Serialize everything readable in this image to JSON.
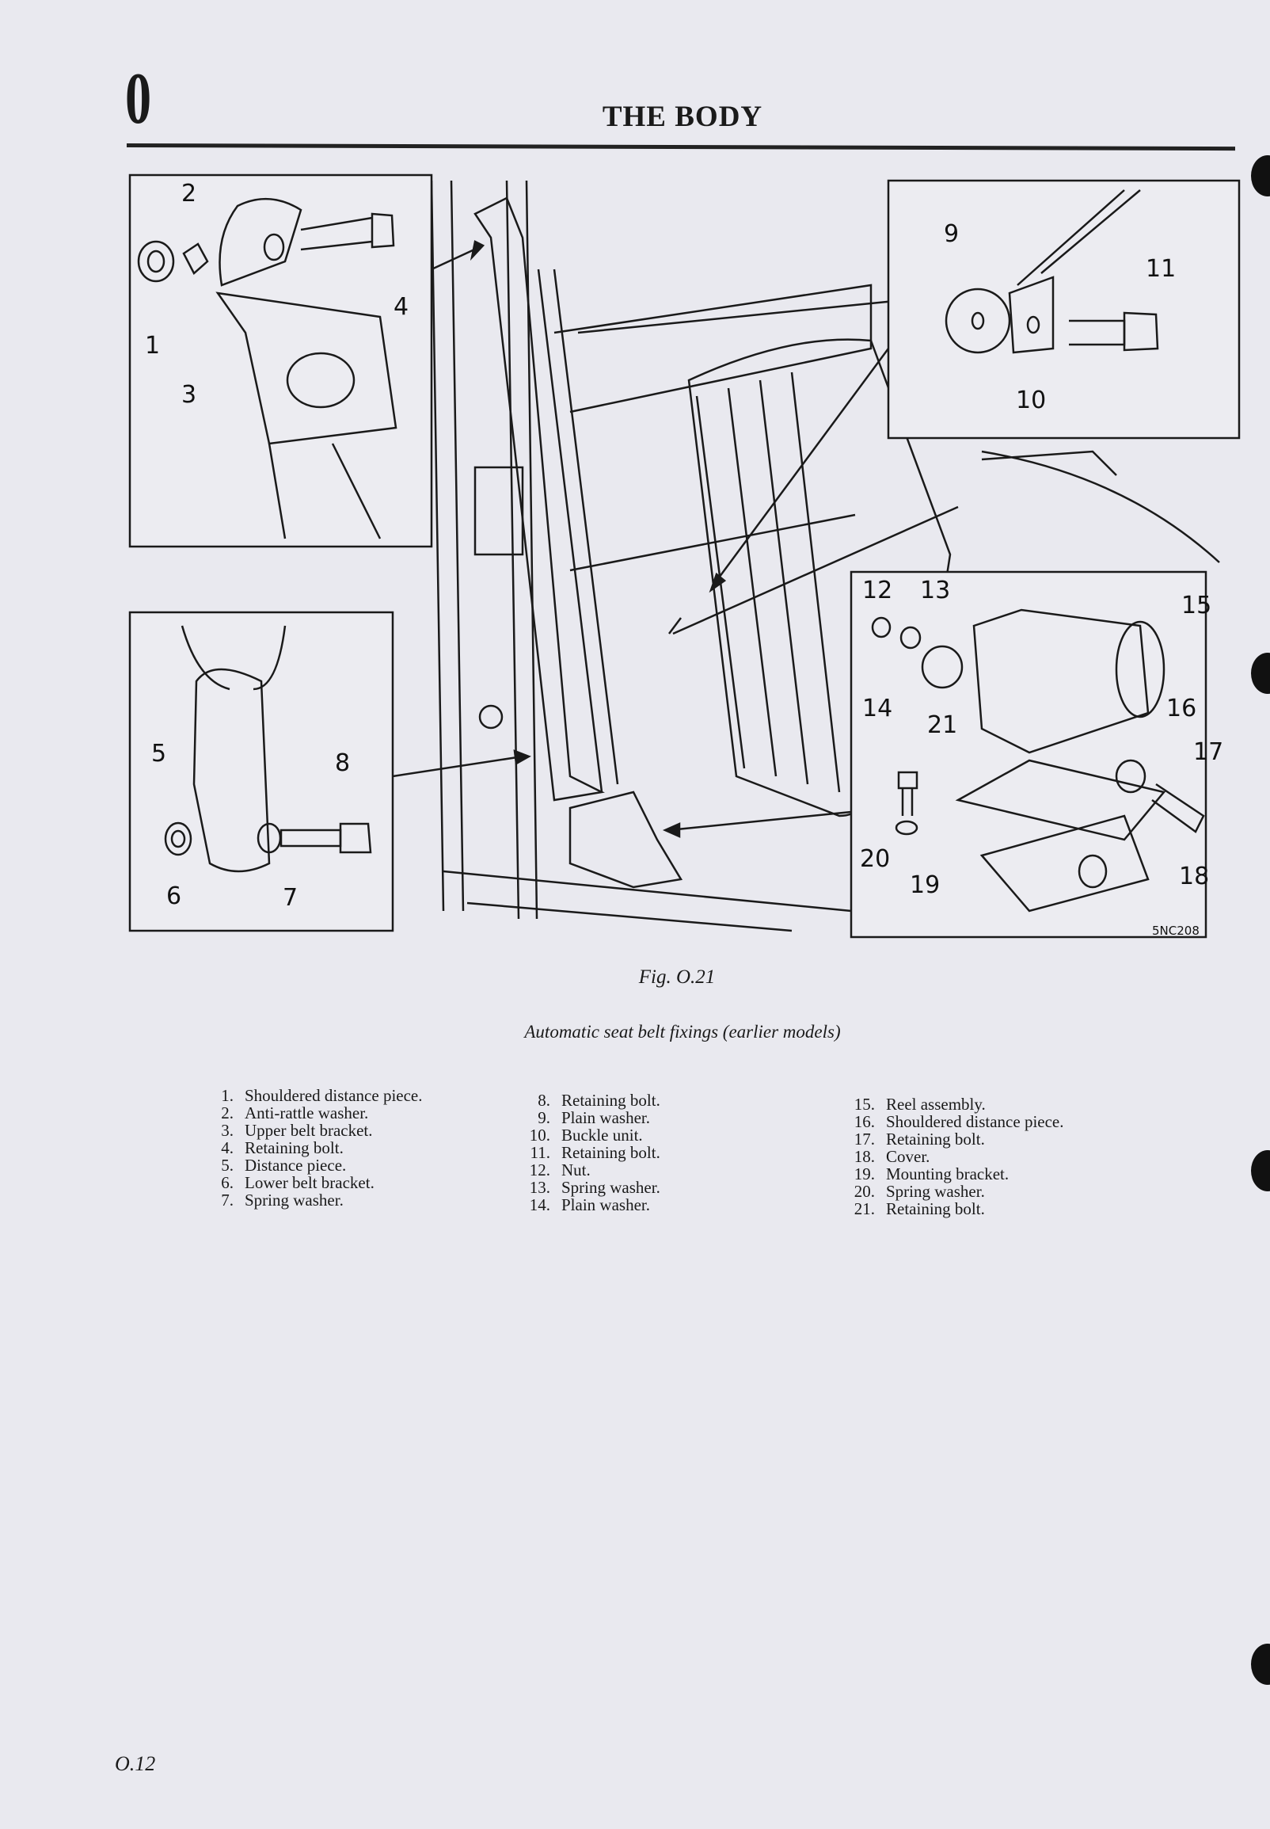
{
  "header": {
    "section": "0",
    "title": "THE BODY"
  },
  "figure": {
    "label": "Fig. O.21",
    "caption": "Automatic seat belt fixings (earlier models)",
    "code": "5NC208",
    "callouts": [
      "1",
      "2",
      "3",
      "4",
      "5",
      "6",
      "7",
      "8",
      "9",
      "10",
      "11",
      "12",
      "13",
      "14",
      "15",
      "16",
      "17",
      "18",
      "19",
      "20",
      "21"
    ]
  },
  "parts": [
    {
      "n": "1.",
      "t": "Shouldered distance piece."
    },
    {
      "n": "2.",
      "t": "Anti-rattle washer."
    },
    {
      "n": "3.",
      "t": "Upper belt bracket."
    },
    {
      "n": "4.",
      "t": "Retaining bolt."
    },
    {
      "n": "5.",
      "t": "Distance piece."
    },
    {
      "n": "6.",
      "t": "Lower belt bracket."
    },
    {
      "n": "7.",
      "t": "Spring washer."
    },
    {
      "n": "8.",
      "t": "Retaining bolt."
    },
    {
      "n": "9.",
      "t": "Plain washer."
    },
    {
      "n": "10.",
      "t": "Buckle unit."
    },
    {
      "n": "11.",
      "t": "Retaining bolt."
    },
    {
      "n": "12.",
      "t": "Nut."
    },
    {
      "n": "13.",
      "t": "Spring washer."
    },
    {
      "n": "14.",
      "t": "Plain washer."
    },
    {
      "n": "15.",
      "t": "Reel assembly."
    },
    {
      "n": "16.",
      "t": "Shouldered distance piece."
    },
    {
      "n": "17.",
      "t": "Retaining bolt."
    },
    {
      "n": "18.",
      "t": "Cover."
    },
    {
      "n": "19.",
      "t": "Mounting bracket."
    },
    {
      "n": "20.",
      "t": "Spring washer."
    },
    {
      "n": "21.",
      "t": "Retaining bolt."
    }
  ],
  "footer": {
    "page": "O.12"
  }
}
